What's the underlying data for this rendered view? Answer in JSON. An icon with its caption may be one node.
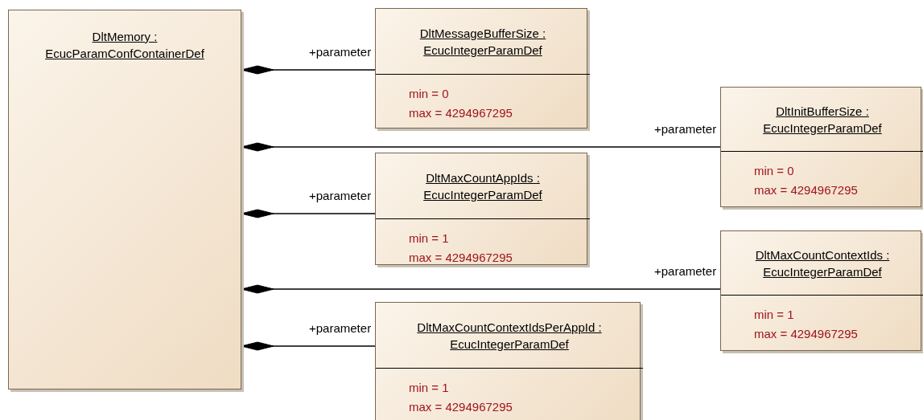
{
  "diagram": {
    "nodes": [
      {
        "text": [
          "DltMemory : EcucParamConfContainerDef"
        ]
      },
      {
        "text": [
          "DltMessageBufferSize : EcucIntegerParamDef",
          "min = 0",
          "max = 4294967295"
        ]
      },
      {
        "text": [
          "DltInitBufferSize : EcucIntegerParamDef",
          "min = 0",
          "max = 4294967295"
        ]
      },
      {
        "text": [
          "DltMaxCountAppIds : EcucIntegerParamDef",
          "min = 1",
          "max = 4294967295"
        ]
      },
      {
        "text": [
          "DltMaxCountContextIds : EcucIntegerParamDef",
          "min = 1",
          "max = 4294967295"
        ]
      },
      {
        "text": [
          "DltMaxCountContextIdsPerAppId : EcucIntegerParamDef",
          "min = 1",
          "max = 4294967295"
        ]
      }
    ],
    "edges": [
      {
        "from": 0,
        "to": 1,
        "arrow": "other",
        "label": "+parameter"
      },
      {
        "from": 0,
        "to": 2,
        "arrow": "other",
        "label": "+parameter"
      },
      {
        "from": 0,
        "to": 3,
        "arrow": "other",
        "label": "+parameter"
      },
      {
        "from": 0,
        "to": 4,
        "arrow": "other",
        "label": "+parameter"
      },
      {
        "from": 0,
        "to": 5,
        "arrow": "other",
        "label": "+parameter"
      }
    ]
  }
}
